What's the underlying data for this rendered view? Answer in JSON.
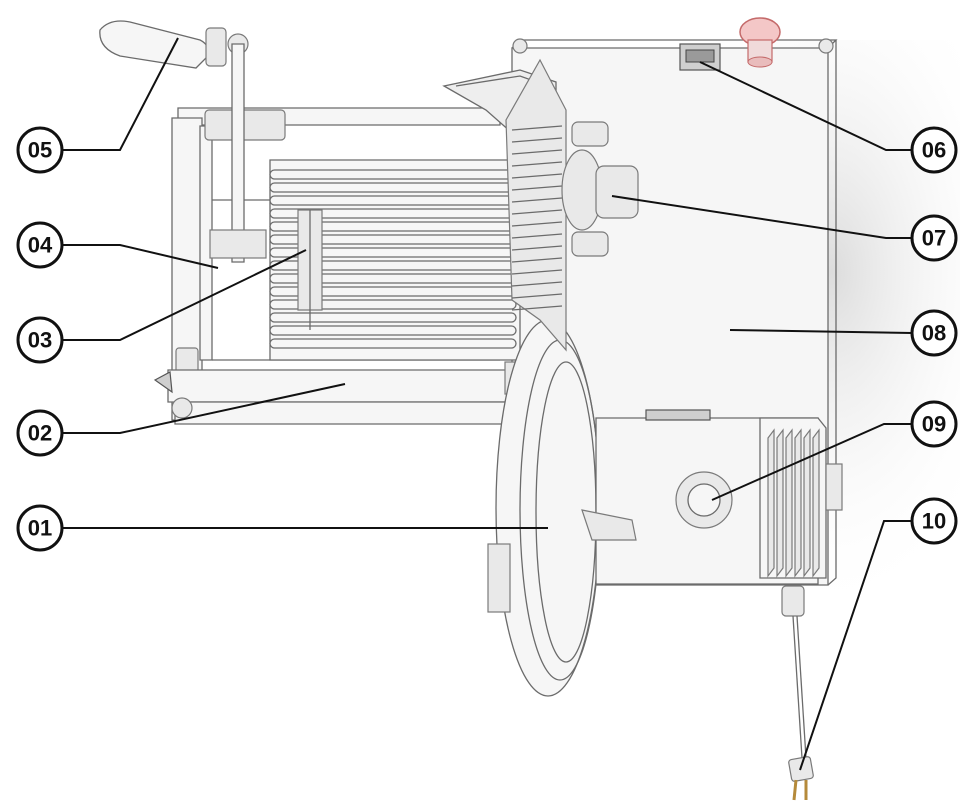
{
  "callouts": [
    {
      "id": "01",
      "label": "01"
    },
    {
      "id": "02",
      "label": "02"
    },
    {
      "id": "03",
      "label": "03"
    },
    {
      "id": "04",
      "label": "04"
    },
    {
      "id": "05",
      "label": "05"
    },
    {
      "id": "06",
      "label": "06"
    },
    {
      "id": "07",
      "label": "07"
    },
    {
      "id": "08",
      "label": "08"
    },
    {
      "id": "09",
      "label": "09"
    },
    {
      "id": "10",
      "label": "10"
    }
  ],
  "colors": {
    "outline": "#6b6b6b",
    "callout": "#111111",
    "stop_button": "#e05a5a"
  }
}
